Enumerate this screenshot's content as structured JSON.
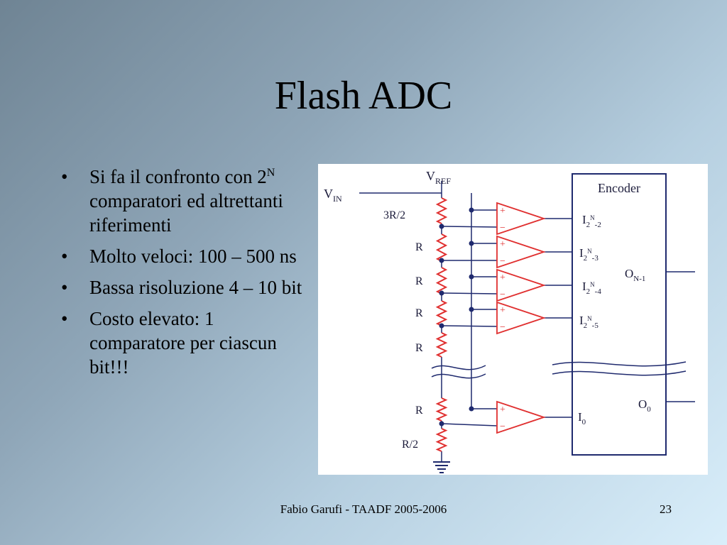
{
  "slide": {
    "title": "Flash ADC",
    "bullets": [
      {
        "pre": "Si fa il confronto con 2",
        "sup": "N",
        "post": " comparatori ed altrettanti riferimenti"
      },
      {
        "text": "Molto veloci: 100 – 500 ns"
      },
      {
        "text": "Bassa risoluzione 4 – 10 bit"
      },
      {
        "text": "Costo elevato: 1 comparatore per ciascun bit!!!"
      }
    ],
    "footer": {
      "author": "Fabio Garufi - TAADF 2005-2006",
      "page": "23"
    }
  },
  "diagram": {
    "vref": {
      "main": "V",
      "sub": "REF"
    },
    "vin": {
      "main": "V",
      "sub": "IN"
    },
    "encoder_label": "Encoder",
    "resistors": [
      "3R/2",
      "R",
      "R",
      "R",
      "R",
      "R",
      "R/2"
    ],
    "comparator_plus": "+",
    "comparator_minus": "−",
    "inputs": [
      {
        "main": "I",
        "sub": "2",
        "sup": "N",
        "tail": "-2"
      },
      {
        "main": "I",
        "sub": "2",
        "sup": "N",
        "tail": "-3"
      },
      {
        "main": "I",
        "sub": "2",
        "sup": "N",
        "tail": "-4"
      },
      {
        "main": "I",
        "sub": "2",
        "sup": "N",
        "tail": "-5"
      },
      {
        "main": "I",
        "sub": "0",
        "sup": "",
        "tail": ""
      }
    ],
    "outputs": [
      {
        "main": "O",
        "sub": "N-1"
      },
      {
        "main": "O",
        "sub": "0"
      }
    ],
    "colors": {
      "wire": "#1f2a6e",
      "resistor": "#e03030",
      "comparator": "#e03030",
      "encoder": "#1f2a6e",
      "text": "#1b1b3a"
    }
  }
}
